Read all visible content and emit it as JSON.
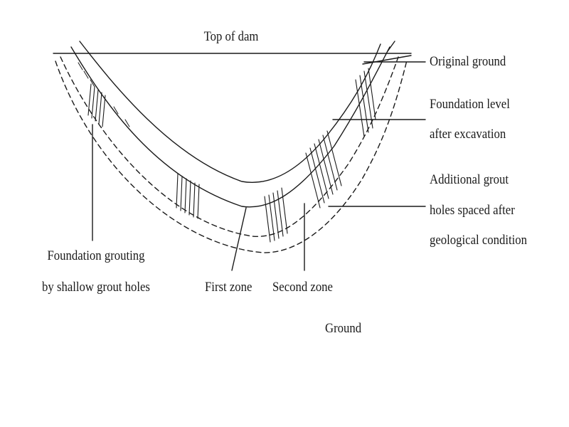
{
  "figure": {
    "labels": {
      "top_of_dam": "Top of dam",
      "original_ground": "Original ground",
      "foundation_level_1": "Foundation level",
      "foundation_level_2": "after excavation",
      "additional_grout_1": "Additional grout",
      "additional_grout_2": "holes spaced after",
      "additional_grout_3": "geological condition",
      "foundation_grouting_1": "Foundation grouting",
      "foundation_grouting_2": "by shallow grout holes",
      "first_zone": "First zone",
      "second_zone": "Second zone",
      "ground": "Ground"
    },
    "colors": {
      "line": "#1a1a1a",
      "background": "#ffffff"
    }
  }
}
